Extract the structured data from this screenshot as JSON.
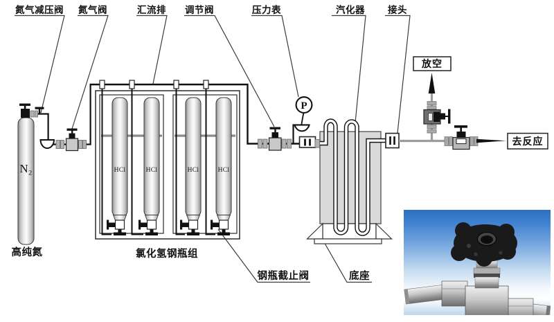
{
  "diagram": {
    "title_labels": [
      {
        "id": "n2-pressure-reducing-valve",
        "text": "氮气减压阀"
      },
      {
        "id": "n2-valve",
        "text": "氮气阀"
      },
      {
        "id": "manifold",
        "text": "汇流排"
      },
      {
        "id": "regulating-valve",
        "text": "调节阀"
      },
      {
        "id": "pressure-gauge",
        "text": "压力表"
      },
      {
        "id": "vaporizer",
        "text": "汽化器"
      },
      {
        "id": "joint",
        "text": "接头"
      }
    ],
    "bottom_labels": {
      "high_purity_nitrogen": "高纯氮",
      "hcl_cylinder_group": "氯化氢钢瓶组",
      "cylinder_stop_valve": "钢瓶截止阀",
      "base": "底座"
    },
    "boxed_labels": {
      "vent": "放空",
      "to_reaction": "去反应"
    },
    "cylinder_texts": {
      "n2": "N₂",
      "hcl": "HCl"
    },
    "gauge_letter": "P",
    "colors": {
      "pipe_black": "#1a1a1a",
      "pipe_gray": "#9c9c9c",
      "equipment_fill": "#d9d9d9",
      "valve_body_fill": "#c9c9c9",
      "fitting_gray": "#b3b3b3",
      "photo_blue": "#2d6fc0"
    }
  }
}
